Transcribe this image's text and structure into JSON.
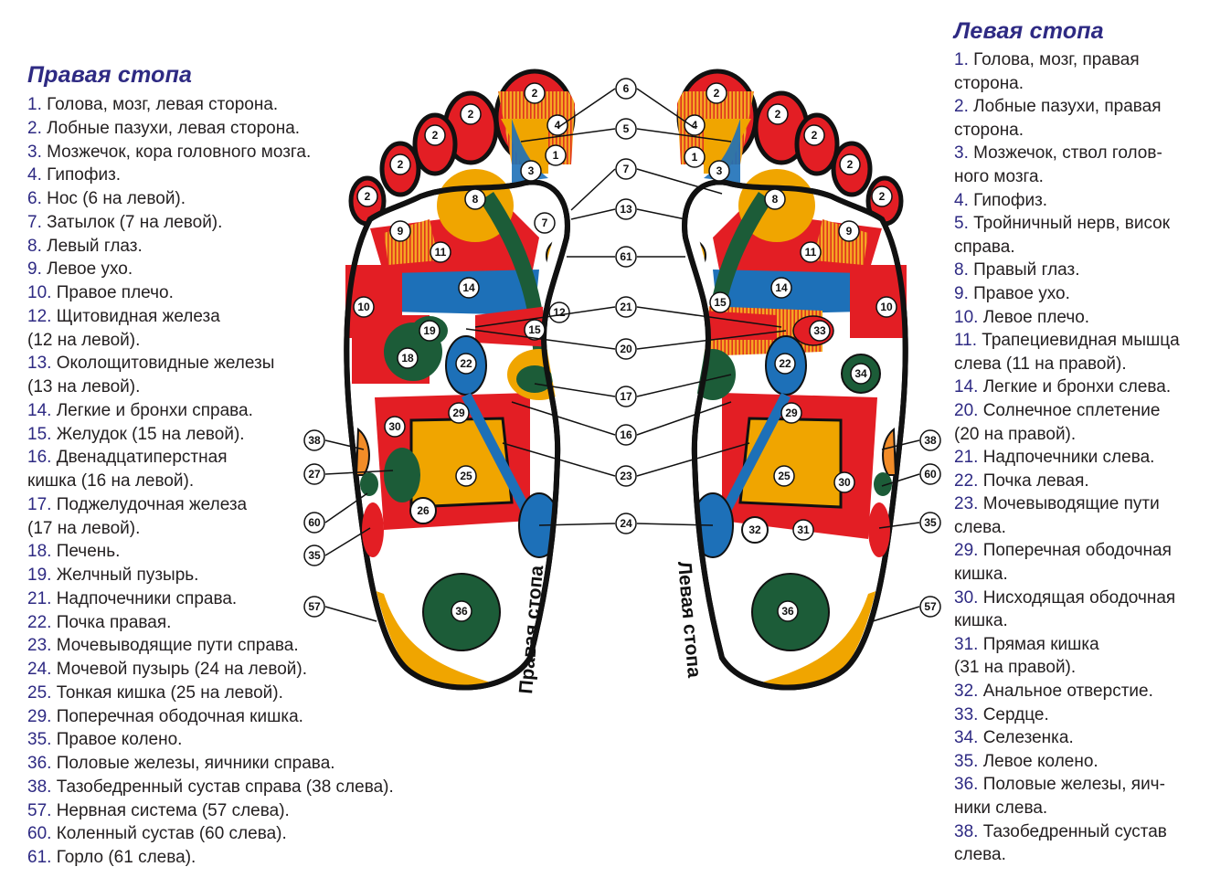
{
  "right_foot": {
    "title": "Правая стопа",
    "items": [
      {
        "num": "1.",
        "text": "Голова, мозг, левая сторона."
      },
      {
        "num": "2.",
        "text": "Лобные пазухи, левая сторона."
      },
      {
        "num": "3.",
        "text": "Мозжечок, кора головного мозга."
      },
      {
        "num": "4.",
        "text": "Гипофиз."
      },
      {
        "num": "6.",
        "text": "Нос (6 на левой)."
      },
      {
        "num": "7.",
        "text": "Затылок (7 на левой)."
      },
      {
        "num": "8.",
        "text": "Левый глаз."
      },
      {
        "num": "9.",
        "text": "Левое ухо."
      },
      {
        "num": "10.",
        "text": "Правое плечо."
      },
      {
        "num": "12.",
        "text": "Щитовидная железа\n(12 на левой)."
      },
      {
        "num": "13.",
        "text": "Околощитовидные железы\n(13 на левой)."
      },
      {
        "num": "14.",
        "text": "Легкие и бронхи справа."
      },
      {
        "num": "15.",
        "text": "Желудок (15 на левой)."
      },
      {
        "num": "16.",
        "text": "Двенадцатиперстная\nкишка (16 на левой)."
      },
      {
        "num": "17.",
        "text": "Поджелудочная железа\n(17 на левой)."
      },
      {
        "num": "18.",
        "text": "Печень."
      },
      {
        "num": "19.",
        "text": "Желчный пузырь."
      },
      {
        "num": "21.",
        "text": "Надпочечники справа."
      },
      {
        "num": "22.",
        "text": "Почка правая."
      },
      {
        "num": "23.",
        "text": "Мочевыводящие пути справа."
      },
      {
        "num": "24.",
        "text": "Мочевой пузырь (24 на левой)."
      },
      {
        "num": "25.",
        "text": "Тонкая кишка (25 на левой)."
      },
      {
        "num": "29.",
        "text": "Поперечная ободочная кишка."
      },
      {
        "num": "35.",
        "text": "Правое колено."
      },
      {
        "num": "36.",
        "text": "Половые железы, яичники справа."
      },
      {
        "num": "38.",
        "text": "Тазобедренный сустав справа (38 слева)."
      },
      {
        "num": "57.",
        "text": "Нервная система (57 слева)."
      },
      {
        "num": "60.",
        "text": "Коленный сустав (60 слева)."
      },
      {
        "num": "61.",
        "text": "Горло (61 слева)."
      }
    ]
  },
  "left_foot": {
    "title": "Левая стопа",
    "items": [
      {
        "num": "1.",
        "text": "Голова, мозг, правая\nсторона."
      },
      {
        "num": "2.",
        "text": "Лобные пазухи, правая\nсторона."
      },
      {
        "num": "3.",
        "text": "Мозжечок, ствол голов-\nного мозга."
      },
      {
        "num": "4.",
        "text": "Гипофиз."
      },
      {
        "num": "5.",
        "text": "Тройничный нерв, висок\nсправа."
      },
      {
        "num": "8.",
        "text": "Правый глаз."
      },
      {
        "num": "9.",
        "text": "Правое ухо."
      },
      {
        "num": "10.",
        "text": "Левое плечо."
      },
      {
        "num": "11.",
        "text": "Трапециевидная мышца\nслева (11 на правой)."
      },
      {
        "num": "14.",
        "text": "Легкие и бронхи слева."
      },
      {
        "num": "20.",
        "text": "Солнечное сплетение\n(20 на правой)."
      },
      {
        "num": "21.",
        "text": "Надпочечники слева."
      },
      {
        "num": "22.",
        "text": "Почка левая."
      },
      {
        "num": "23.",
        "text": "Мочевыводящие пути\nслева."
      },
      {
        "num": "29.",
        "text": "Поперечная ободочная\nкишка."
      },
      {
        "num": "30.",
        "text": "Нисходящая ободочная\nкишка."
      },
      {
        "num": "31.",
        "text": "Прямая кишка\n(31 на правой)."
      },
      {
        "num": "32.",
        "text": "Анальное отверстие."
      },
      {
        "num": "33.",
        "text": "Сердце."
      },
      {
        "num": "34.",
        "text": "Селезенка."
      },
      {
        "num": "35.",
        "text": "Левое колено."
      },
      {
        "num": "36.",
        "text": "Половые железы, яич-\nники слева."
      },
      {
        "num": "38.",
        "text": "Тазобедренный сустав\nслева."
      }
    ]
  },
  "diagram": {
    "right_foot_caption": "Правая стопа",
    "left_foot_caption": "Левая стопа",
    "center_callouts": [
      "6",
      "5",
      "7",
      "13",
      "61",
      "21",
      "20",
      "17",
      "16",
      "23",
      "24"
    ],
    "right_side_callouts": [
      "38",
      "27",
      "60",
      "35",
      "57"
    ],
    "left_side_callouts": [
      "38",
      "60",
      "35",
      "57"
    ],
    "right_foot_zones": [
      "2",
      "2",
      "2",
      "2",
      "2",
      "4",
      "1",
      "3",
      "8",
      "7",
      "9",
      "11",
      "14",
      "10",
      "12",
      "15",
      "19",
      "18",
      "22",
      "29",
      "30",
      "25",
      "26",
      "36"
    ],
    "left_foot_zones": [
      "2",
      "2",
      "2",
      "2",
      "2",
      "4",
      "1",
      "3",
      "8",
      "9",
      "11",
      "14",
      "15",
      "10",
      "33",
      "22",
      "34",
      "29",
      "25",
      "30",
      "32",
      "31",
      "36"
    ],
    "colors": {
      "red": "#e31e24",
      "orange": "#f0a500",
      "hatched_orange": "#f28c28",
      "blue": "#1d70b8",
      "green": "#1c5c38",
      "outline": "#111111"
    }
  }
}
